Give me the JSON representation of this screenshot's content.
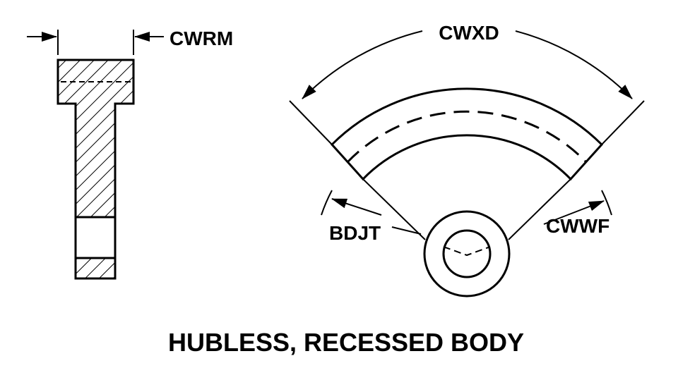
{
  "labels": {
    "cwrm": "CWRM",
    "cwxd": "CWXD",
    "bdjt": "BDJT",
    "cwwf": "CWWF"
  },
  "caption": "HUBLESS, RECESSED BODY"
}
